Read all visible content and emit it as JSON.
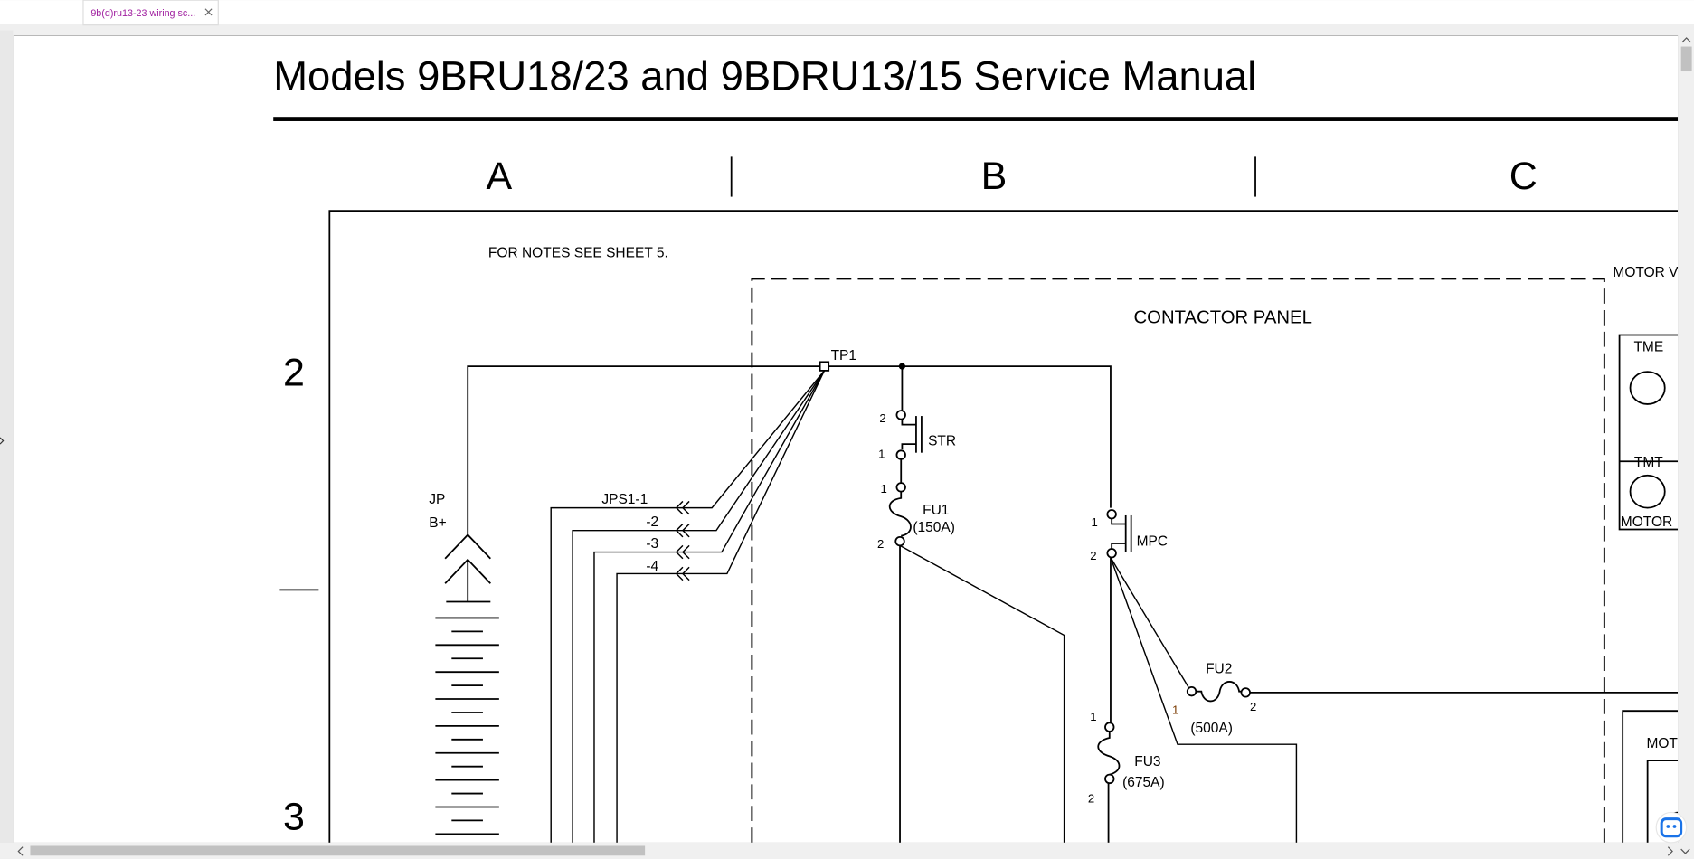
{
  "tab": {
    "title": "9b(d)ru13-23 wiring sc...",
    "close_icon": "close-icon"
  },
  "document": {
    "title": "Models 9BRU18/23 and 9BDRU13/15 Service Manual",
    "columns": [
      "A",
      "B",
      "C"
    ],
    "rows": [
      "2",
      "3"
    ],
    "note": "FOR NOTES SEE SHEET 5.",
    "panel_title": "CONTACTOR PANEL",
    "labels": {
      "tp1": "TP1",
      "jp": "JP",
      "bplus": "B+",
      "jps1": "JPS1-1",
      "jps2": "-2",
      "jps3": "-3",
      "jps4": "-4",
      "str": "STR",
      "fu1": "FU1",
      "fu1_rating": "(150A)",
      "mpc": "MPC",
      "fu2": "FU2",
      "fu2_rating": "(500A)",
      "fu3": "FU3",
      "fu3_rating": "(675A)",
      "pin1": "1",
      "pin2": "2",
      "motor_top": "MOTOR V",
      "tme": "TME",
      "tmt": "TMT",
      "motor_mid": "MOTOR",
      "motor_bottom": "MOT"
    }
  },
  "scrollbars": {
    "vertical": "scrollbar-vertical",
    "horizontal": "scrollbar-horizontal"
  },
  "assistant_icon": "assistant-bot-icon"
}
